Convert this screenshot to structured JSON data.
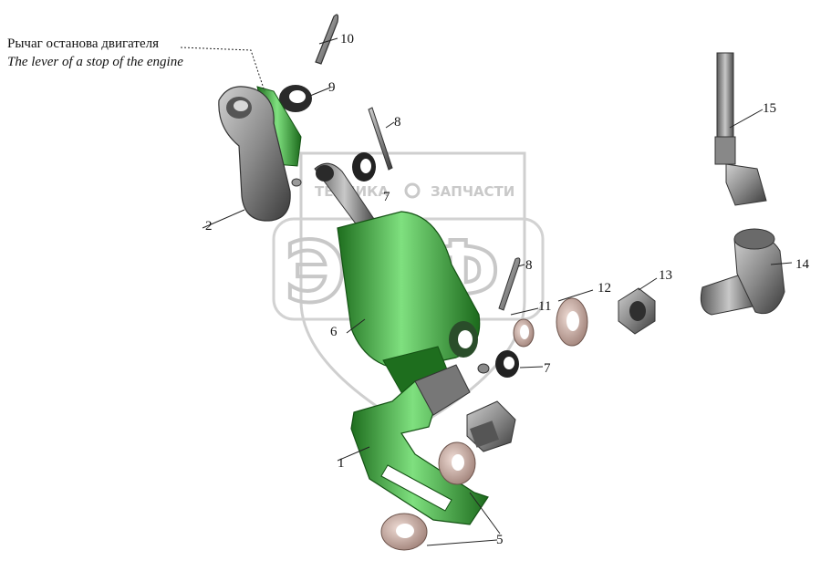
{
  "caption": {
    "ru": "Рычаг останова двигателя",
    "en": "The lever of a stop of the engine"
  },
  "watermark": {
    "top_left": "ТЕХНИКА",
    "top_right": "ЗАПЧАСТИ",
    "big": "ЭПФ"
  },
  "callouts": {
    "c1": "1",
    "c2": "2",
    "c5": "5",
    "c6": "6",
    "c7a": "7",
    "c7b": "7",
    "c8a": "8",
    "c8b": "8",
    "c9": "9",
    "c10": "10",
    "c11": "11",
    "c12": "12",
    "c13": "13",
    "c14": "14",
    "c15": "15"
  },
  "colors": {
    "green": "#3dbb3d",
    "green_dark": "#1f7a1f",
    "gray_part": "#8e8e8e",
    "gray_dark": "#444444",
    "washer": "#c9a9a0",
    "watermark": "#c8c8c8"
  }
}
